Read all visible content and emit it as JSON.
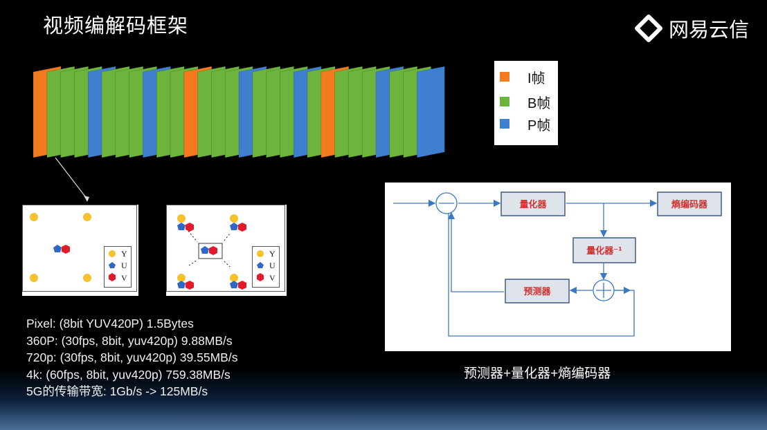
{
  "header": {
    "title": "视频编解码框架",
    "brand": "网易云信"
  },
  "colors": {
    "i_frame": "#f47a20",
    "b_frame": "#6cb43c",
    "p_frame": "#3f7fd0",
    "y": "#f5c22b",
    "u": "#2f66c8",
    "v": "#e21b2a"
  },
  "frame_sequence": [
    "I",
    "B",
    "B",
    "B",
    "P",
    "B",
    "B",
    "B",
    "P",
    "B",
    "B",
    "I",
    "B",
    "B",
    "B",
    "P",
    "B",
    "B",
    "B",
    "P",
    "B",
    "I",
    "B",
    "B",
    "B",
    "P",
    "B",
    "B",
    "P"
  ],
  "legend": {
    "items": [
      {
        "type": "I",
        "label": "I帧"
      },
      {
        "type": "B",
        "label": "B帧"
      },
      {
        "type": "P",
        "label": "P帧"
      }
    ]
  },
  "yuv": {
    "letters": [
      "Y",
      "U",
      "V"
    ]
  },
  "stats": [
    "Pixel: (8bit YUV420P) 1.5Bytes",
    "360P: (30fps, 8bit, yuv420p) 9.88MB/s",
    "720p: (30fps, 8bit, yuv420p) 39.55MB/s",
    "4k: (60fps, 8bit, yuv420p) 759.38MB/s",
    "5G的传输带宽: 1Gb/s -> 125MB/s"
  ],
  "flow": {
    "quantizer": "量化器",
    "entropy_coder": "熵编码器",
    "inverse_quantizer": "量化器⁻¹",
    "predictor": "预测器"
  },
  "caption": "预测器+量化器+熵编码器"
}
